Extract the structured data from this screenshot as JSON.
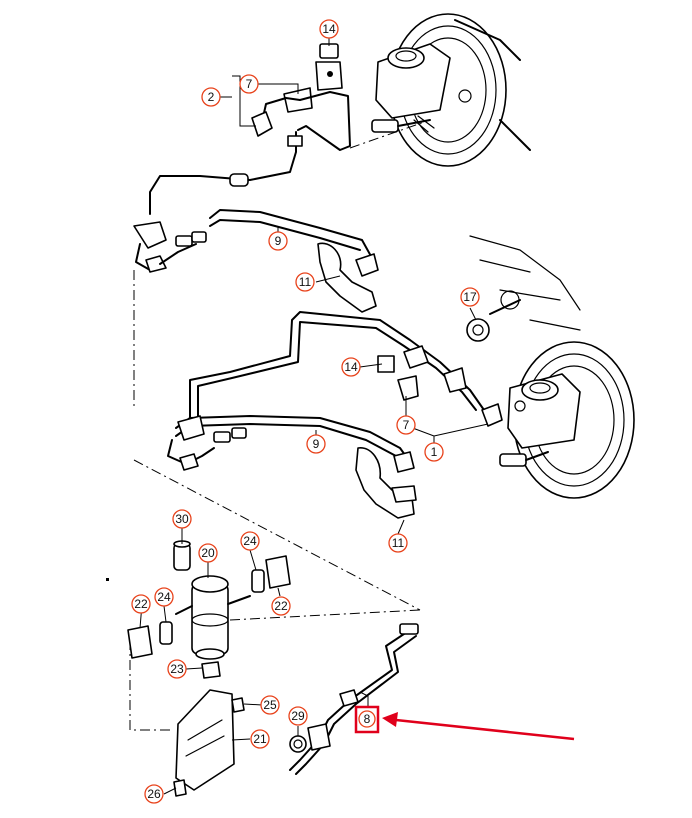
{
  "diagram": {
    "callouts": [
      {
        "id": "c14a",
        "label": "14"
      },
      {
        "id": "c7a",
        "label": "7"
      },
      {
        "id": "c2",
        "label": "2"
      },
      {
        "id": "c9a",
        "label": "9"
      },
      {
        "id": "c11a",
        "label": "11"
      },
      {
        "id": "c17",
        "label": "17"
      },
      {
        "id": "c14b",
        "label": "14"
      },
      {
        "id": "c7b",
        "label": "7"
      },
      {
        "id": "c1",
        "label": "1"
      },
      {
        "id": "c9b",
        "label": "9"
      },
      {
        "id": "c11b",
        "label": "11"
      },
      {
        "id": "c30",
        "label": "30"
      },
      {
        "id": "c20",
        "label": "20"
      },
      {
        "id": "c24a",
        "label": "24"
      },
      {
        "id": "c24b",
        "label": "24"
      },
      {
        "id": "c22a",
        "label": "22"
      },
      {
        "id": "c22b",
        "label": "22"
      },
      {
        "id": "c23",
        "label": "23"
      },
      {
        "id": "c25",
        "label": "25"
      },
      {
        "id": "c29",
        "label": "29"
      },
      {
        "id": "c21",
        "label": "21"
      },
      {
        "id": "c26",
        "label": "26"
      },
      {
        "id": "c8",
        "label": "8"
      }
    ],
    "highlighted_part": "8",
    "colors": {
      "callout_ring": "#e8431c",
      "highlight": "#e0001b",
      "line_art": "#000000"
    }
  }
}
